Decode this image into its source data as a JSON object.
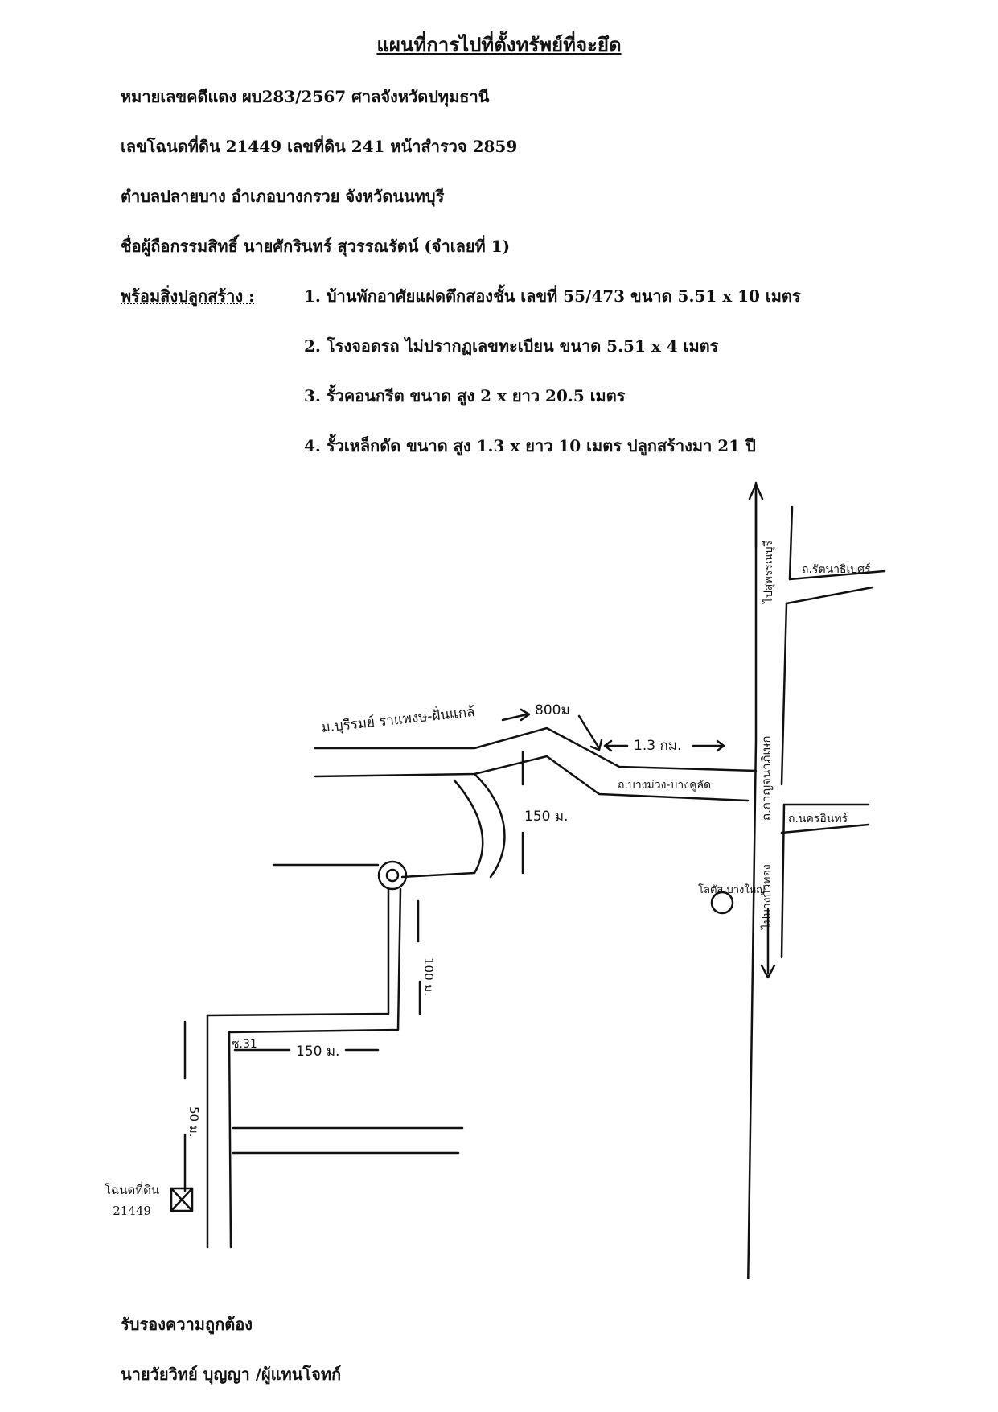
{
  "title": "แผนที่การไปที่ตั้งทรัพย์ที่จะยึด",
  "info": {
    "case": "หมายเลขคดีแดง ผบ283/2567  ศาลจังหวัดปทุมธานี",
    "deed": "เลขโฉนดที่ดิน 21449 เลขที่ดิน 241 หน้าสำรวจ 2859",
    "location": "ตำบลปลายบาง อำเภอบางกรวย จังหวัดนนทบุรี",
    "owner": "ชื่อผู้ถือกรรมสิทธิ์  นายศักรินทร์  สุวรรณรัตน์ (จำเลยที่ 1)",
    "buildings_label": "พร้อมสิ่งปลูกสร้าง :",
    "buildings": [
      "1. บ้านพักอาศัยแฝดตึกสองชั้น เลขที่ 55/473  ขนาด 5.51 x 10 เมตร",
      "2. โรงจอดรถ ไม่ปรากฏเลขทะเบียน ขนาด 5.51 x 4 เมตร",
      "3. รั้วคอนกรีต ขนาด สูง 2 x ยาว 20.5 เมตร",
      "4. รั้วเหล็กดัด ขนาด  สูง 1.3 x ยาว 10 เมตร ปลูกสร้างมา 21 ปี"
    ]
  },
  "map": {
    "village_label": "ม.บุรีรมย์ ราแพงษ-ฝั่นแกล้",
    "dist_800": "800ม",
    "dist_13km": "1.3 กม.",
    "road_label": "ถ.บางม่วง-บางคูลัด",
    "main_road_label": "ถ.กาญจนาภิเษก",
    "to_north": "ไปสุพรรณบุรี",
    "to_south": "ไปบางบัวทอง",
    "junction_top": "ถ.รัตนาธิเบศร์",
    "junction_bottom": "ถ.นครอินทร์",
    "landmark": "โลตัส บางใหญ่",
    "dist_150_a": "150 ม.",
    "dist_100": "100 ม.",
    "soi_label": "ซ.31",
    "dist_150_b": "150 ม.",
    "dist_50": "50 ม.",
    "parcel_label": "โฉนดที่ดิน",
    "parcel_no": "21449"
  },
  "footer": {
    "certify": "รับรองความถูกต้อง",
    "signer": "นายวัยวิทย์  บุญญา  /ผู้แทนโจทก์"
  }
}
